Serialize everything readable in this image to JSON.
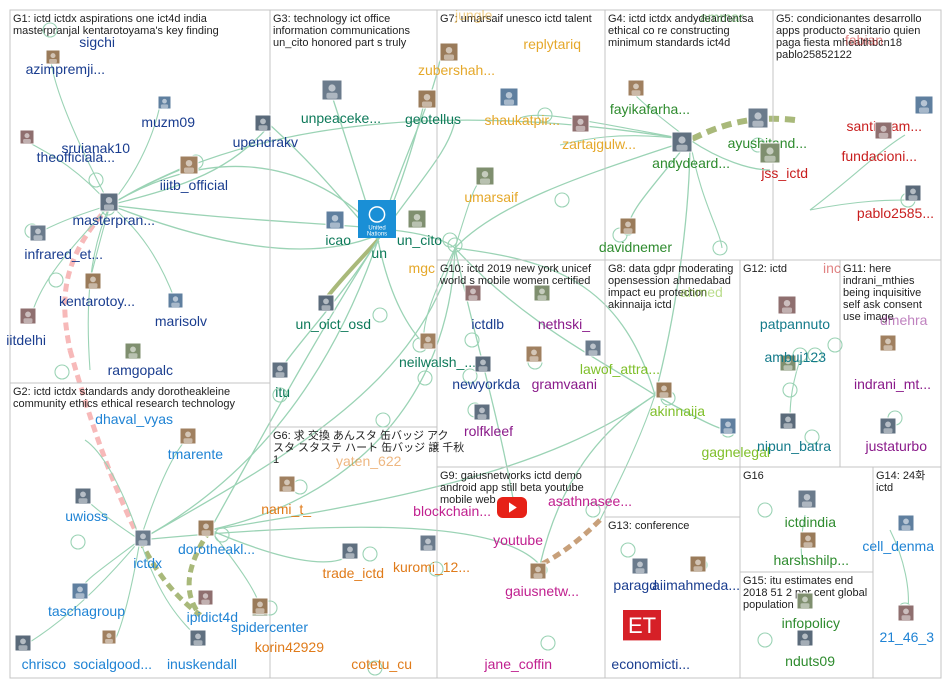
{
  "graph": {
    "groups": [
      {
        "id": "G1",
        "title": [
          "G1: ictd ictdx aspirations one ict4d india",
          "masterpranjal kentarotoyama's key finding"
        ]
      },
      {
        "id": "G2",
        "title": [
          "G2: ictd ictdx standards andy dorotheakleine",
          "community ethics ethical research technology"
        ]
      },
      {
        "id": "G3",
        "title": [
          "G3: technology ict office",
          "information communications",
          "un_cito honored part s truly"
        ]
      },
      {
        "id": "G4",
        "title": [
          "G4: ictd ictdx andydeardentsa",
          "ethical co re constructing",
          "minimum standards ict4d"
        ]
      },
      {
        "id": "G5",
        "title": [
          "G5: condicionantes desarrollo",
          "apps producto sanitario quien",
          "paga fiesta mhealthbcn18",
          "pablo25852122"
        ]
      },
      {
        "id": "G6",
        "title": [
          "G6: 求 交換 あんスタ 缶バッジ アク",
          "スタ スタステ ハート 缶バッジ 譲 千秋",
          "1"
        ]
      },
      {
        "id": "G7",
        "title": [
          "G7: umarsaif unesco ictd talent"
        ]
      },
      {
        "id": "G8",
        "title": [
          "G8: data gdpr moderating",
          "opensession ahmedabad",
          "impact eu protection",
          "akinnaija ictd"
        ]
      },
      {
        "id": "G9",
        "title": [
          "G9: gaiusnetworks ictd demo",
          "android app still beta youtube",
          "mobile web"
        ]
      },
      {
        "id": "G10",
        "title": [
          "G10: ictd 2019 new york unicef",
          "world s mobile women certified"
        ]
      },
      {
        "id": "G11",
        "title": [
          "G11: here",
          "indrani_mthies",
          "being inquisitive",
          "self ask consent",
          "use image"
        ]
      },
      {
        "id": "G12",
        "title": [
          "G12: ictd"
        ]
      },
      {
        "id": "G13",
        "title": [
          "G13: conference"
        ]
      },
      {
        "id": "G14",
        "title": [
          "G14: 24화",
          "ictd"
        ]
      },
      {
        "id": "G15",
        "title": [
          "G15: itu estimates end",
          "2018 51 2 per cent global",
          "population"
        ]
      },
      {
        "id": "G16",
        "title": [
          "G16"
        ]
      }
    ],
    "nodes": [
      {
        "id": "sigchi",
        "label": "sigchi",
        "color": "#1a3d8f",
        "icon": "profile-icon"
      },
      {
        "id": "azimpremji",
        "label": "azimpremji...",
        "color": "#1a3d8f",
        "icon": "profile-icon"
      },
      {
        "id": "muzm09",
        "label": "muzm09",
        "color": "#1a3d8f",
        "icon": "profile-icon"
      },
      {
        "id": "sruianak10",
        "label": "sruianak10",
        "color": "#1a3d8f",
        "icon": "profile-icon"
      },
      {
        "id": "theofficiala",
        "label": "theofficiala...",
        "color": "#1a3d8f",
        "icon": "profile-icon"
      },
      {
        "id": "upendrakv",
        "label": "upendrakv",
        "color": "#1a3d8f",
        "icon": "profile-icon"
      },
      {
        "id": "iiitb_official",
        "label": "iiitb_official",
        "color": "#1a3d8f",
        "icon": "profile-icon"
      },
      {
        "id": "masterpran",
        "label": "masterpran...",
        "color": "#1a3d8f",
        "icon": "profile-icon"
      },
      {
        "id": "infrared_et",
        "label": "infrared_et...",
        "color": "#1a3d8f",
        "icon": "profile-icon"
      },
      {
        "id": "kentarotoy",
        "label": "kentarotoy...",
        "color": "#1a3d8f",
        "icon": "profile-icon"
      },
      {
        "id": "marisolv",
        "label": "marisolv",
        "color": "#1a3d8f",
        "icon": "profile-icon"
      },
      {
        "id": "iitdelhi",
        "label": "iitdelhi",
        "color": "#1a3d8f",
        "icon": "profile-icon"
      },
      {
        "id": "ramgopalc",
        "label": "ramgopalc",
        "color": "#1a3d8f",
        "icon": "profile-icon"
      },
      {
        "id": "dhaval_vyas",
        "label": "dhaval_vyas",
        "color": "#1f83d4",
        "icon": "profile-icon"
      },
      {
        "id": "tmarente",
        "label": "tmarente",
        "color": "#1f83d4",
        "icon": "profile-icon"
      },
      {
        "id": "uwioss",
        "label": "uwioss",
        "color": "#1f83d4",
        "icon": "profile-icon"
      },
      {
        "id": "ictdx",
        "label": "ictdx",
        "color": "#1f83d4",
        "icon": "profile-icon"
      },
      {
        "id": "dorotheakl",
        "label": "dorotheakl...",
        "color": "#1f83d4",
        "icon": "profile-icon"
      },
      {
        "id": "taschagroup",
        "label": "taschagroup",
        "color": "#1f83d4",
        "icon": "profile-icon"
      },
      {
        "id": "ipidict4d",
        "label": "ipidict4d",
        "color": "#1f83d4",
        "icon": "profile-icon"
      },
      {
        "id": "spidercenter",
        "label": "spidercenter",
        "color": "#1f83d4",
        "icon": "profile-icon"
      },
      {
        "id": "chrisco",
        "label": "chrisco",
        "color": "#1f83d4",
        "icon": "profile-icon"
      },
      {
        "id": "socialgood",
        "label": "socialgood...",
        "color": "#1f83d4",
        "icon": "profile-icon"
      },
      {
        "id": "inuskendall",
        "label": "inuskendall",
        "color": "#1f83d4",
        "icon": "profile-icon"
      },
      {
        "id": "unpeaceke",
        "label": "unpeaceke...",
        "color": "#0e7a5a",
        "icon": "profile-icon"
      },
      {
        "id": "geotellus",
        "label": "geotellus",
        "color": "#0e7a5a",
        "icon": "profile-icon"
      },
      {
        "id": "icao",
        "label": "icao",
        "color": "#0e7a5a",
        "icon": "profile-icon"
      },
      {
        "id": "un",
        "label": "un",
        "color": "#0e7a5a",
        "icon": "united-nations-logo-icon"
      },
      {
        "id": "un_cito",
        "label": "un_cito",
        "color": "#0e7a5a",
        "icon": "profile-icon"
      },
      {
        "id": "un_oict_osd",
        "label": "un_oict_osd",
        "color": "#0e7a5a",
        "icon": "profile-icon"
      },
      {
        "id": "neilwalsh",
        "label": "neilwalsh_...",
        "color": "#0e7a5a",
        "icon": "profile-icon"
      },
      {
        "id": "itu",
        "label": "itu",
        "color": "#0e7a5a",
        "icon": "profile-icon"
      },
      {
        "id": "replytariq",
        "label": "replytariq",
        "color": "#e5a82a",
        "icon": "profile-icon"
      },
      {
        "id": "zubershah",
        "label": "zubershah...",
        "color": "#e5a82a",
        "icon": "profile-icon"
      },
      {
        "id": "shaukatpir",
        "label": "shaukatpir...",
        "color": "#e5a82a",
        "icon": "profile-icon"
      },
      {
        "id": "zartajgulw",
        "label": "zartajgulw...",
        "color": "#e5a82a",
        "icon": "profile-icon"
      },
      {
        "id": "umarsaif",
        "label": "umarsaif",
        "color": "#e5a82a",
        "icon": "profile-icon"
      },
      {
        "id": "mgc",
        "label": "mgc",
        "color": "#e5a82a",
        "icon": "profile-icon"
      },
      {
        "id": "fayikafarha",
        "label": "fayikafarha...",
        "color": "#2e8b2e",
        "icon": "profile-icon"
      },
      {
        "id": "andydeard",
        "label": "andydeard...",
        "color": "#2e8b2e",
        "icon": "profile-icon"
      },
      {
        "id": "ayushitand",
        "label": "ayushitand...",
        "color": "#2e8b2e",
        "icon": "profile-icon"
      },
      {
        "id": "davidnemer",
        "label": "davidnemer",
        "color": "#2e8b2e",
        "icon": "profile-icon"
      },
      {
        "id": "santipcam",
        "label": "santipcam...",
        "color": "#c81e1e",
        "icon": "profile-icon"
      },
      {
        "id": "fundacioni",
        "label": "fundacioni...",
        "color": "#c81e1e",
        "icon": "profile-icon"
      },
      {
        "id": "jss_ictd",
        "label": "jss_ictd",
        "color": "#c81e1e",
        "icon": "profile-icon"
      },
      {
        "id": "pablo2585",
        "label": "pablo2585...",
        "color": "#c81e1e",
        "icon": "profile-icon"
      },
      {
        "id": "nami_t",
        "label": "nami_t_",
        "color": "#e07b1a",
        "icon": "profile-icon"
      },
      {
        "id": "trade_ictd",
        "label": "trade_ictd",
        "color": "#e07b1a",
        "icon": "profile-icon"
      },
      {
        "id": "kuromi_12",
        "label": "kuromi_12...",
        "color": "#e07b1a",
        "icon": "profile-icon"
      },
      {
        "id": "korin42929",
        "label": "korin42929",
        "color": "#e07b1a",
        "icon": "profile-icon"
      },
      {
        "id": "cotetu_cu",
        "label": "cotetu_cu",
        "color": "#e07b1a",
        "icon": "profile-icon"
      },
      {
        "id": "ictdlb",
        "label": "ictdlb",
        "color": "#1a3d8f",
        "icon": "profile-icon"
      },
      {
        "id": "nethski",
        "label": "nethski_",
        "color": "#8a1a8a",
        "icon": "profile-icon"
      },
      {
        "id": "newyorkda",
        "label": "newyorkda",
        "color": "#1a3d8f",
        "icon": "profile-icon"
      },
      {
        "id": "gramvaani",
        "label": "gramvaani",
        "color": "#8a1a8a",
        "icon": "profile-icon"
      },
      {
        "id": "rolfkleef",
        "label": "rolfkleef",
        "color": "#8a1a8a",
        "icon": "profile-icon"
      },
      {
        "id": "lawof_attra",
        "label": "lawof_attra...",
        "color": "#7fbf2a",
        "icon": "profile-icon"
      },
      {
        "id": "akinnaija",
        "label": "akinnaija",
        "color": "#7fbf2a",
        "icon": "profile-icon"
      },
      {
        "id": "gagnelegal",
        "label": "gagnelegal",
        "color": "#7fbf2a",
        "icon": "profile-icon"
      },
      {
        "id": "blockchain",
        "label": "blockchain...",
        "color": "#c0208f",
        "icon": "profile-icon"
      },
      {
        "id": "asathnasee",
        "label": "asathnasee...",
        "color": "#c0208f",
        "icon": "profile-icon"
      },
      {
        "id": "youtube",
        "label": "youtube",
        "color": "#c0208f",
        "icon": "youtube-logo-icon"
      },
      {
        "id": "gaiusnetw",
        "label": "gaiusnetw...",
        "color": "#c0208f",
        "icon": "profile-icon"
      },
      {
        "id": "jane_coffin",
        "label": "jane_coffin",
        "color": "#c0208f",
        "icon": "profile-icon"
      },
      {
        "id": "paragd",
        "label": "paragd",
        "color": "#1a3d8f",
        "icon": "profile-icon"
      },
      {
        "id": "aiimahmeda",
        "label": "aiimahmeda...",
        "color": "#1a3d8f",
        "icon": "profile-icon"
      },
      {
        "id": "economicti",
        "label": "economicti...",
        "color": "#1a3d8f",
        "icon": "et-logo-icon"
      },
      {
        "id": "patpannuto",
        "label": "patpannuto",
        "color": "#137a8a",
        "icon": "profile-icon"
      },
      {
        "id": "ambuj123",
        "label": "ambuj123",
        "color": "#137a8a",
        "icon": "profile-icon"
      },
      {
        "id": "nipun_batra",
        "label": "nipun_batra",
        "color": "#137a8a",
        "icon": "profile-icon"
      },
      {
        "id": "indranim",
        "label": "indrani_mt...",
        "color": "#8a1a8a",
        "icon": "profile-icon"
      },
      {
        "id": "justaturbo",
        "label": "justaturbo",
        "color": "#8a1a8a",
        "icon": "profile-icon"
      },
      {
        "id": "ictdindia",
        "label": "ictdindia",
        "color": "#2e8b2e",
        "icon": "profile-icon"
      },
      {
        "id": "harshshilp",
        "label": "harshshilp...",
        "color": "#2e8b2e",
        "icon": "profile-icon"
      },
      {
        "id": "cell_denma",
        "label": "cell_denma",
        "color": "#1f83d4",
        "icon": "profile-icon"
      },
      {
        "id": "21_46_3",
        "label": "21_46_3",
        "color": "#1f83d4",
        "icon": "profile-icon"
      },
      {
        "id": "infopolicy",
        "label": "infopolicy",
        "color": "#2e8b2e",
        "icon": "profile-icon"
      },
      {
        "id": "nduts09",
        "label": "nduts09",
        "color": "#2e8b2e",
        "icon": "profile-icon"
      }
    ],
    "overlap_labels": [
      {
        "label": "yaten_622",
        "color": "#e07b1a"
      },
      {
        "label": "dmehra",
        "color": "#8a1a8a"
      },
      {
        "label": "inc",
        "color": "#c81e1e"
      },
      {
        "label": "ahmed",
        "color": "#7fbf2a"
      },
      {
        "label": "jungle",
        "color": "#e5a82a"
      },
      {
        "label": "ammar",
        "color": "#2e8b2e"
      },
      {
        "label": "fabian",
        "color": "#c81e1e"
      }
    ],
    "logos": {
      "un_text": [
        "United",
        "Nations"
      ],
      "et_text": "ET"
    }
  }
}
